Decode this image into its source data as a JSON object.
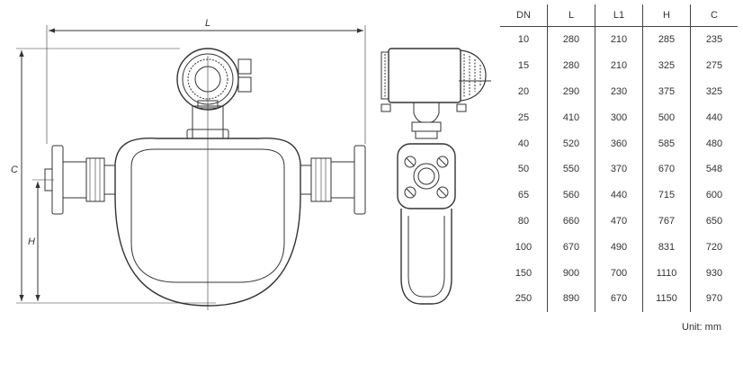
{
  "drawing": {
    "dimension_labels": {
      "overall_length": "L",
      "overall_height": "C",
      "center_height": "H"
    }
  },
  "spec_table": {
    "headers": [
      "DN",
      "L",
      "L1",
      "H",
      "C"
    ],
    "rows": [
      [
        "10",
        "280",
        "210",
        "285",
        "235"
      ],
      [
        "15",
        "280",
        "210",
        "325",
        "275"
      ],
      [
        "20",
        "290",
        "230",
        "375",
        "325"
      ],
      [
        "25",
        "410",
        "300",
        "500",
        "440"
      ],
      [
        "40",
        "520",
        "360",
        "585",
        "480"
      ],
      [
        "50",
        "550",
        "370",
        "670",
        "548"
      ],
      [
        "65",
        "560",
        "440",
        "715",
        "600"
      ],
      [
        "80",
        "660",
        "470",
        "767",
        "650"
      ],
      [
        "100",
        "670",
        "490",
        "831",
        "720"
      ],
      [
        "150",
        "900",
        "700",
        "1110",
        "930"
      ],
      [
        "250",
        "890",
        "670",
        "1150",
        "970"
      ]
    ]
  },
  "unit_note": "Unit: mm"
}
